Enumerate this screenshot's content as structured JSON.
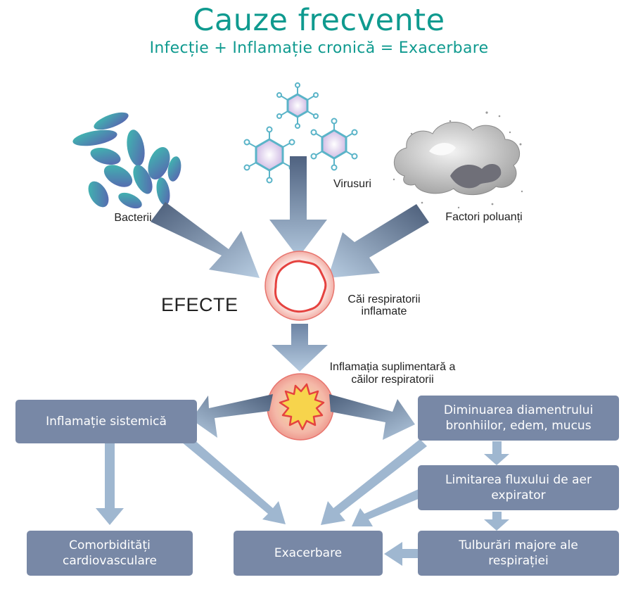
{
  "header": {
    "title": "Cauze frecvente",
    "subtitle": "Infecție + Inflamație cronică = Exacerbare"
  },
  "causes": {
    "bacteria": "Bacterii",
    "viruses": "Virusuri",
    "pollutants": "Factori poluanți"
  },
  "effects_label": "EFECTE",
  "airway_labels": {
    "inflamed": "Căi respiratorii\ninflamate",
    "additional": "Inflamația suplimentară a\ncăilor respiratorii"
  },
  "boxes": {
    "systemic": "Inflamație sistemică",
    "diameter": "Diminuarea diamentrului\nbronhiilor, edem, mucus",
    "airflow": "Limitarea fluxului de aer\nexpirator",
    "breathing": "Tulburări majore ale\nrespirației",
    "comorbid": "Comorbidități\ncardiovasculare",
    "exacerbation": "Exacerbare"
  },
  "colors": {
    "title": "#0f9a8f",
    "box": "#7888a6",
    "arrow_dark": "#4d607c",
    "arrow_light": "#a9bfd6",
    "airway": "#e6393f"
  }
}
